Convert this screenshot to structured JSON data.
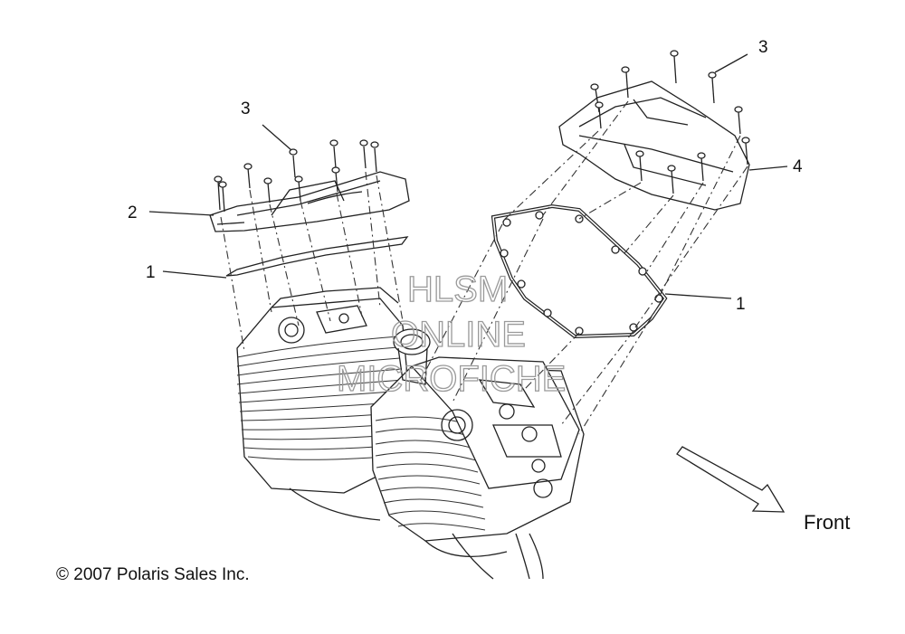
{
  "callouts": [
    {
      "id": "left-bolt-label",
      "text": "3"
    },
    {
      "id": "left-cover-label",
      "text": "2"
    },
    {
      "id": "left-gasket-label",
      "text": "1"
    },
    {
      "id": "right-bolt-label",
      "text": "3"
    },
    {
      "id": "right-cover-label",
      "text": "4"
    },
    {
      "id": "right-gasket-label",
      "text": "1"
    }
  ],
  "watermark": {
    "line1": "HLSM",
    "line2": "ONLINE",
    "line3": "MICROFICHE"
  },
  "direction": {
    "label": "Front",
    "icon": "arrow-down-right-icon"
  },
  "copyright": "© 2007 Polaris Sales Inc."
}
